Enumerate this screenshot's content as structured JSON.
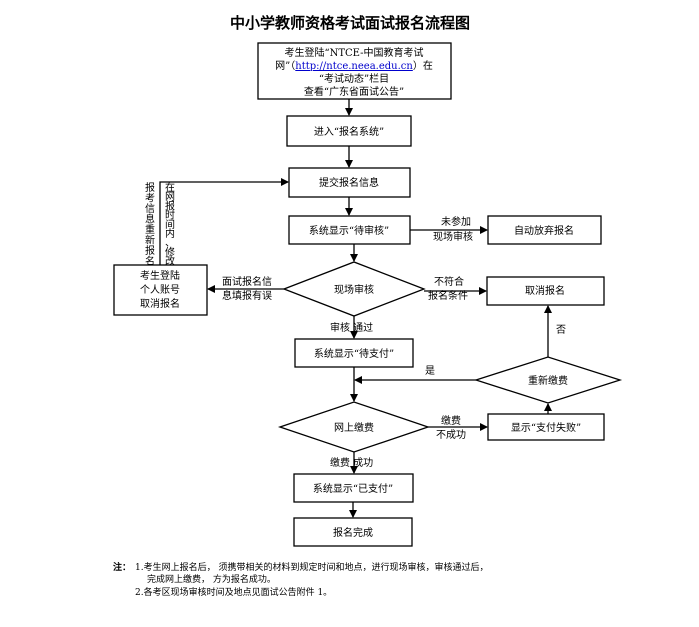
{
  "title": "中小学教师资格考试面试报名流程图",
  "nodes": {
    "start": {
      "line1": "考生登陆“NTCE-中国教育考试",
      "line2_pre": "网”（",
      "line2_link": "http://ntce.neea.edu.cn",
      "line2_post": "）在",
      "line3": "“考试动态”栏目",
      "line4": "查看“广东省面试公告”"
    },
    "enter": "进入“报名系统”",
    "submit": "提交报名信息",
    "pending": "系统显示“待审核”",
    "auto_abandon": "自动放弃报名",
    "onsite": "现场审核",
    "cancel": "取消报名",
    "login_cancel": [
      "考生登陆",
      "个人账号",
      "取消报名"
    ],
    "to_pay": "系统显示“待支付”",
    "repay": "重新缴费",
    "online_pay": "网上缴费",
    "pay_fail": "显示“支付失败”",
    "paid": "系统显示“已支付”",
    "done": "报名完成"
  },
  "edge_labels": {
    "not_attend": [
      "未参加",
      "现场审核"
    ],
    "info_error": [
      "面试报名信",
      "息填报有误"
    ],
    "not_qualified": [
      "不符合",
      "报名条件"
    ],
    "review_pass": "审核 通过",
    "no": "否",
    "yes": "是",
    "pay_not_success": [
      "缴费",
      "不成功"
    ],
    "pay_success": "缴费 成功",
    "resubmit_left": [
      "报",
      "考",
      "信",
      "息",
      "重",
      "新",
      "报",
      "名"
    ],
    "resubmit_right": [
      "在",
      "网",
      "报",
      "时",
      "间",
      "内",
      "、",
      "修",
      "改"
    ]
  },
  "notes": {
    "prefix": "注：",
    "n1_line1": "1.考生网上报名后， 须携带相关的材料到规定时间和地点，进行现场审核，审核通过后，",
    "n1_line2": "完成网上缴费， 方为报名成功。",
    "n2": "2.各考区现场审核时间及地点见面试公告附件 1。"
  }
}
